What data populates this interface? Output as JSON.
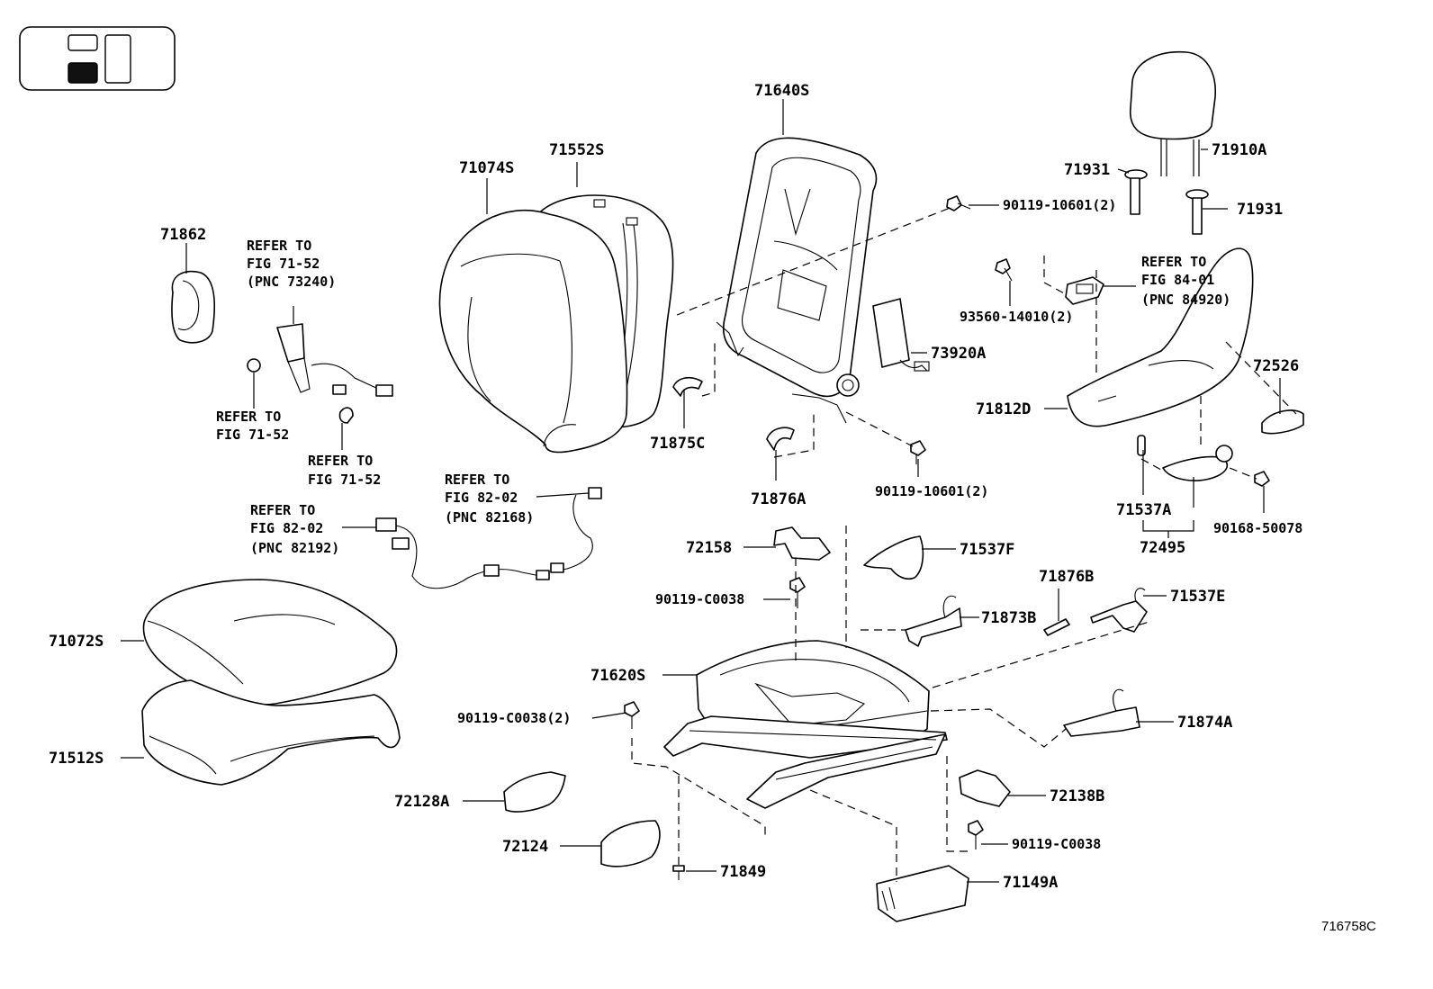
{
  "figure_id": "716758C",
  "locator_icon": "seat-position-locator-icon",
  "parts": {
    "p71862": "71862",
    "p71074S": "71074S",
    "p71552S": "71552S",
    "p71640S": "71640S",
    "p71910A": "71910A",
    "p71931a": "71931",
    "p71931b": "71931",
    "p90119_10601_top": "90119-10601(2)",
    "p93560_14010": "93560-14010(2)",
    "p73920A": "73920A",
    "p72526": "72526",
    "p71812D": "71812D",
    "p71875C": "71875C",
    "p71876A": "71876A",
    "p90119_10601_mid": "90119-10601(2)",
    "p71537A": "71537A",
    "p72495": "72495",
    "p90168_50078": "90168-50078",
    "p72158": "72158",
    "p71537F": "71537F",
    "p90119_C0038_a": "90119-C0038",
    "p71876B": "71876B",
    "p71537E": "71537E",
    "p71873B": "71873B",
    "p71072S": "71072S",
    "p71620S": "71620S",
    "p90119_C0038_2": "90119-C0038(2)",
    "p71874A": "71874A",
    "p71512S": "71512S",
    "p72128A": "72128A",
    "p72138B": "72138B",
    "p72124": "72124",
    "p90119_C0038_b": "90119-C0038",
    "p71849": "71849",
    "p71149A": "71149A"
  },
  "references": {
    "seatbelt": [
      "REFER TO",
      "FIG 71-52",
      "(PNC 73240)"
    ],
    "belt_anchor": [
      "REFER TO",
      "FIG 71-52"
    ],
    "belt_clip": [
      "REFER TO",
      "FIG 71-52"
    ],
    "harness_left": [
      "REFER TO",
      "FIG 82-02",
      "(PNC 82192)"
    ],
    "harness_right": [
      "REFER TO",
      "FIG 82-02",
      "(PNC 82168)"
    ],
    "switch": [
      "REFER TO",
      "FIG 84-01",
      "(PNC 84920)"
    ]
  }
}
